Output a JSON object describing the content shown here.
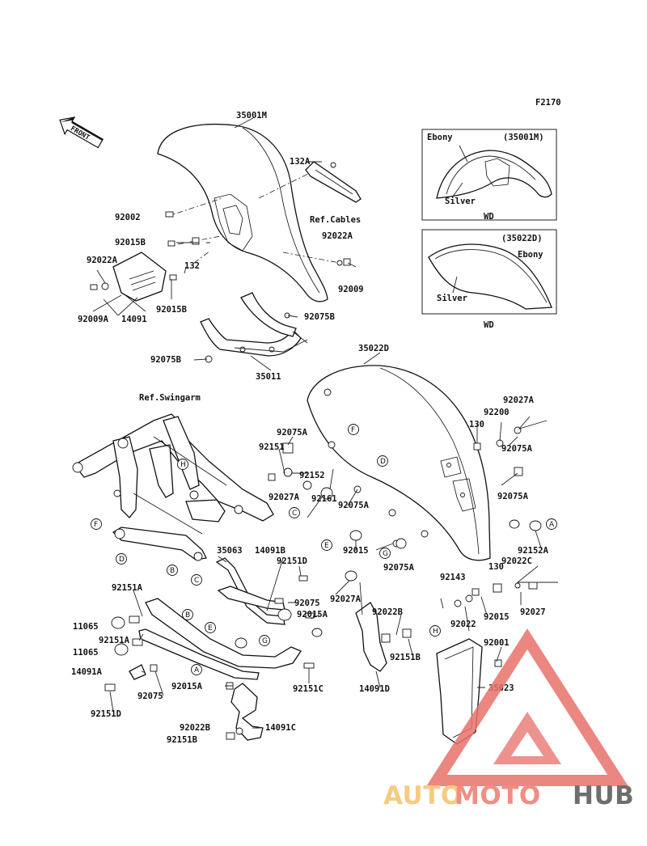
{
  "figure_code": "F2170",
  "front_label": "FRONT",
  "watermark": {
    "auto": "AUTO",
    "moto": "MOTO",
    "hub": "HUB",
    "colors": {
      "auto": "#f5c36b",
      "moto": "#ef7b6f",
      "hub": "#555555",
      "triangle": "#e8716a"
    }
  },
  "inset_top": {
    "ebony": "Ebony",
    "part": "(35001M)",
    "silver": "Silver",
    "caption": "WD"
  },
  "inset_bottom": {
    "part": "(35022D)",
    "ebony": "Ebony",
    "silver": "Silver",
    "caption": "WD"
  },
  "refs": {
    "cables": "Ref.Cables",
    "swingarm": "Ref.Swingarm"
  },
  "callouts": [
    "A",
    "B",
    "C",
    "D",
    "E",
    "F",
    "G",
    "H"
  ],
  "part_numbers": [
    "35001M",
    "132A",
    "92002",
    "92022A",
    "92015B",
    "132",
    "92022A",
    "92009",
    "92009A",
    "14091",
    "92015B",
    "92075B",
    "92075B",
    "35011",
    "35022D",
    "92151",
    "92075A",
    "92152",
    "92027A",
    "92161",
    "92075A",
    "92015",
    "92075A",
    "130",
    "92200",
    "92027A",
    "92075A",
    "92075A",
    "92152A",
    "92022C",
    "92027",
    "35063",
    "14091B",
    "92151D",
    "92075",
    "92015A",
    "92027A",
    "92022B",
    "92151B",
    "14091D",
    "92143",
    "130",
    "92022",
    "92015",
    "92151A",
    "11065",
    "92151A",
    "11065",
    "14091A",
    "92075",
    "92151D",
    "92015A",
    "92151C",
    "92022B",
    "92151B",
    "14091C",
    "92001",
    "35023"
  ]
}
